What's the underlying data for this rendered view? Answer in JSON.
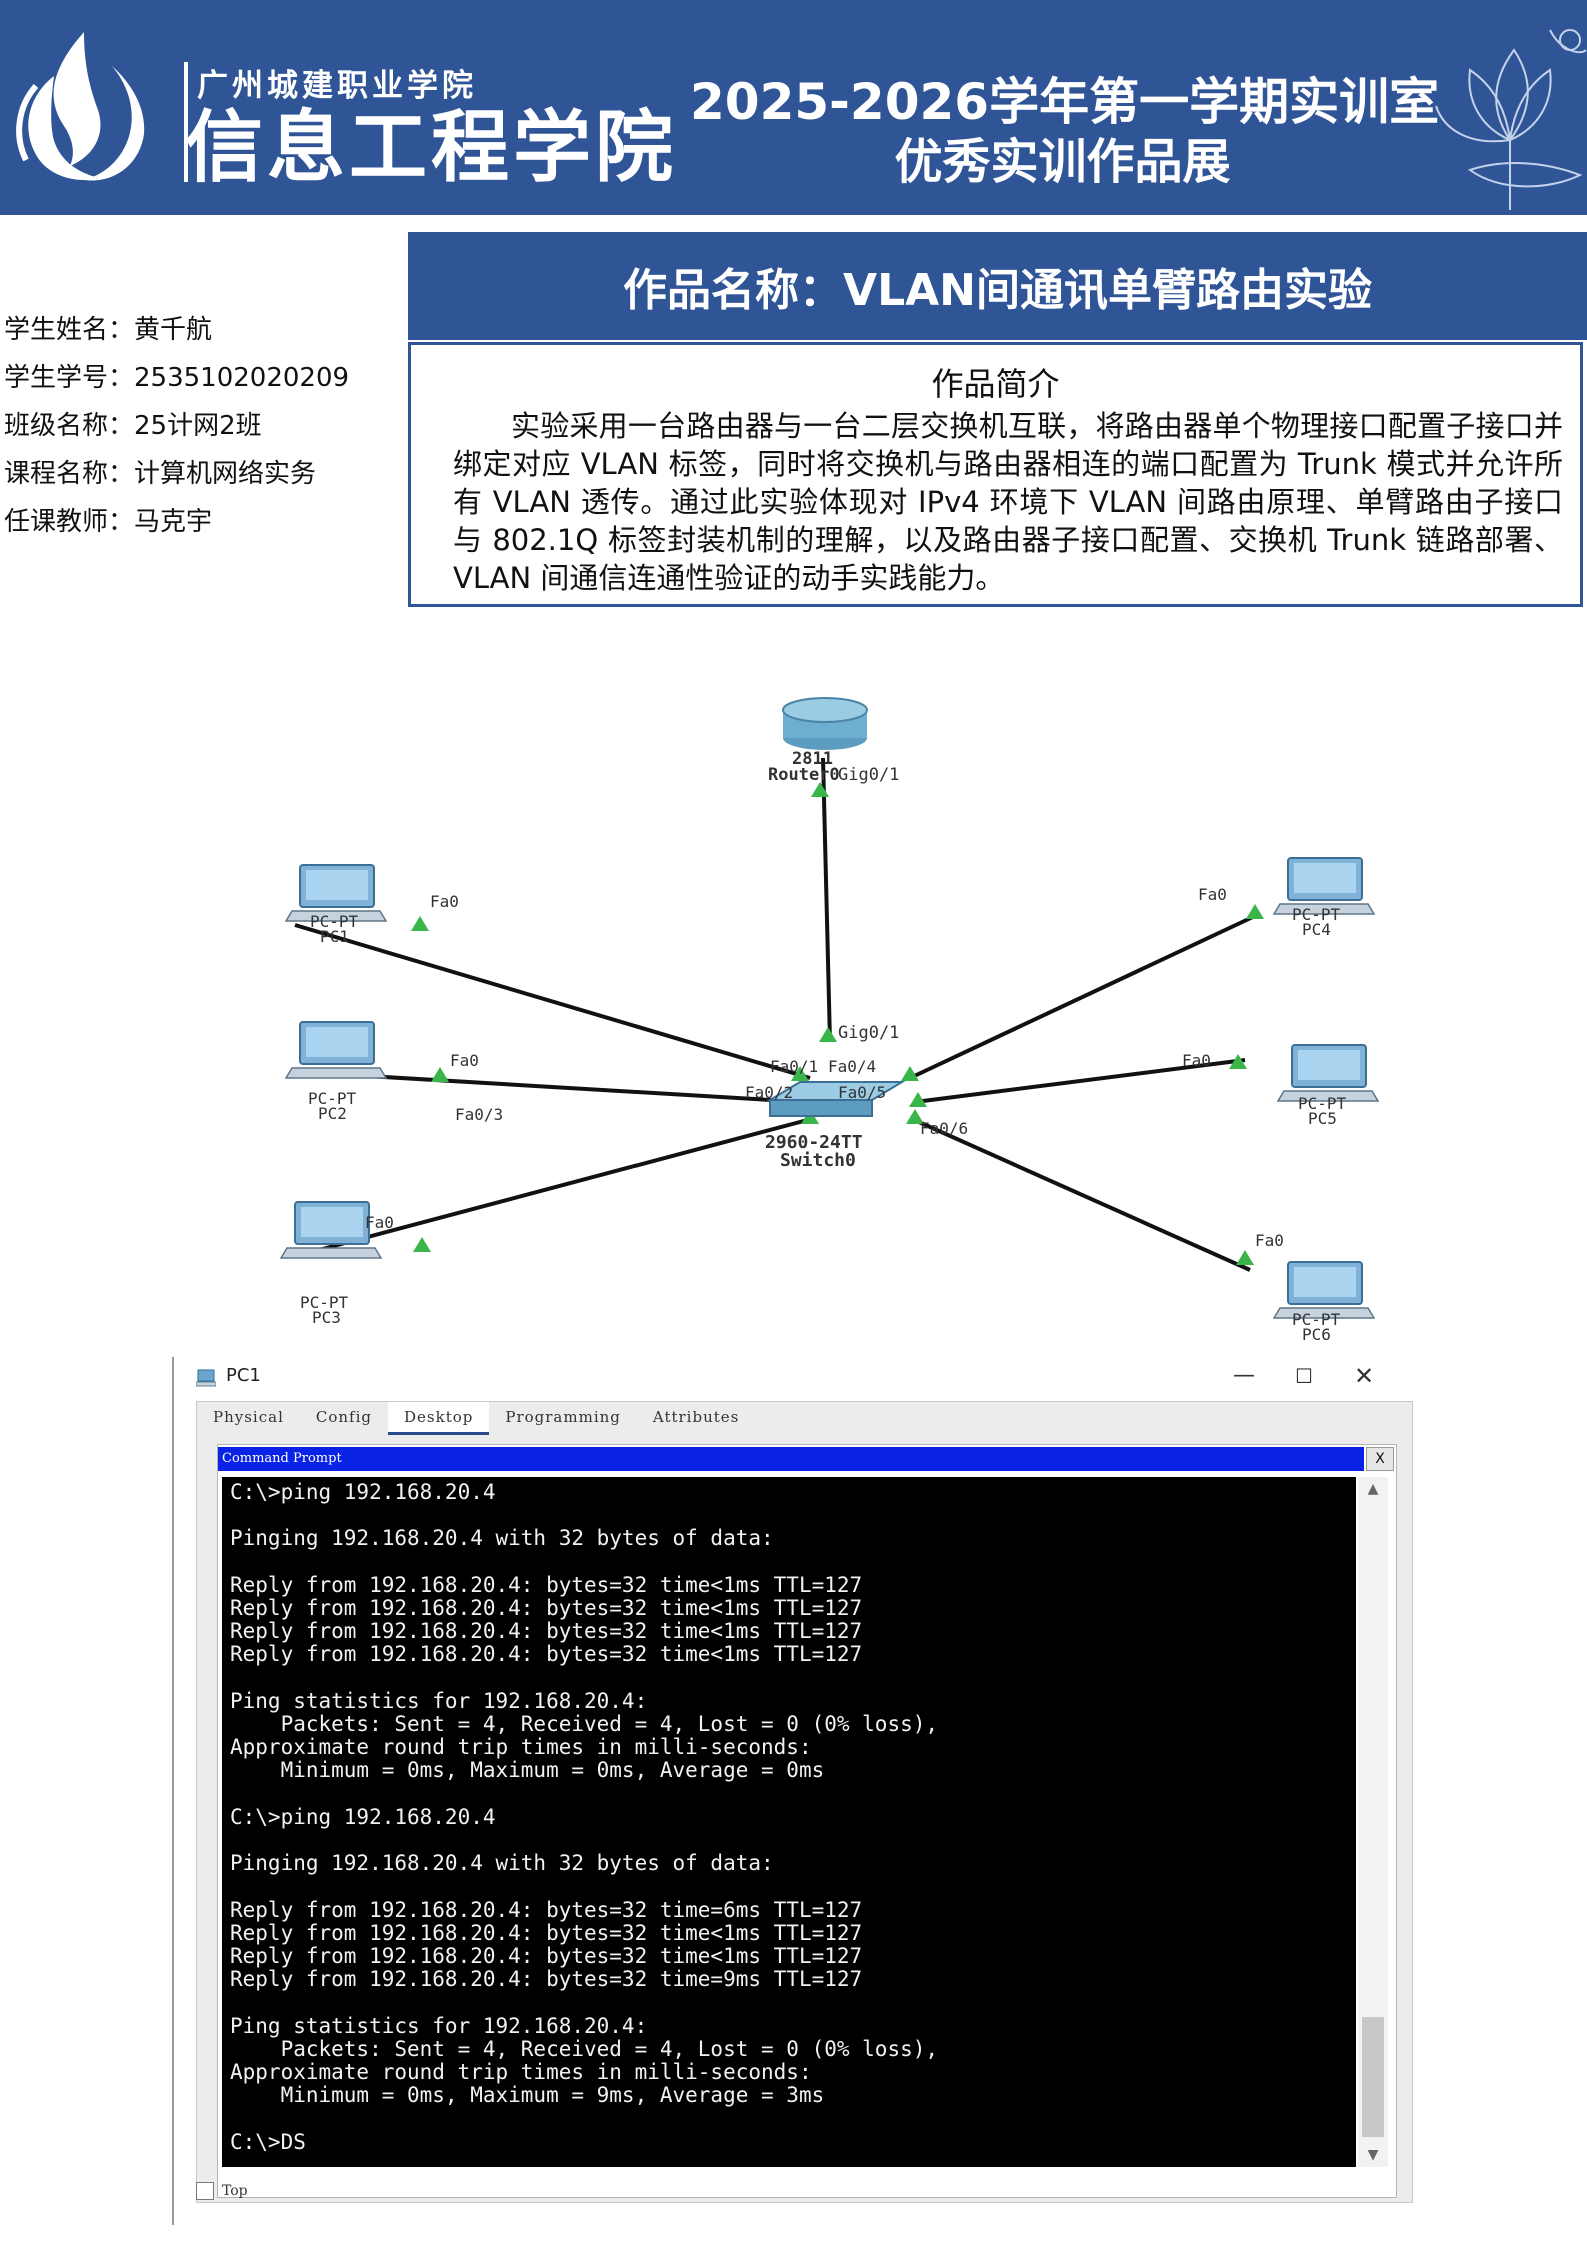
{
  "banner": {
    "school_name": "广州城建职业学院",
    "college_name": "信息工程学院",
    "title_line1": "2025-2026学年第一学期实训室",
    "title_line2": "优秀实训作品展",
    "bg_color": "#2f5597"
  },
  "work_title": "作品名称：VLAN间通讯单臂路由实验",
  "student": {
    "name_label": "学生姓名：",
    "name": "黄千航",
    "id_label": "学生学号：",
    "id": "2535102020209",
    "class_label": "班级名称：",
    "class": "25计网2班",
    "course_label": "课程名称：",
    "course": "计算机网络实务",
    "teacher_label": "任课教师：",
    "teacher": "马克宇"
  },
  "intro": {
    "heading": "作品简介",
    "text": "实验采用一台路由器与一台二层交换机互联，将路由器单个物理接口配置子接口并绑定对应 VLAN 标签，同时将交换机与路由器相连的端口配置为 Trunk 模式并允许所有 VLAN 透传。通过此实验体现对 IPv4 环境下 VLAN 间路由原理、单臂路由子接口与 802.1Q 标签封装机制的理解，以及路由器子接口配置、交换机 Trunk 链路部署、VLAN 间通信连通性验证的动手实践能力。"
  },
  "topology": {
    "router_label1": "2811",
    "router_label2": "Router0",
    "router_port": "Gig0/1",
    "switch_label1": "2960-24TT",
    "switch_label2": "Switch0",
    "switch_uplink_port": "Gig0/1",
    "pc_model": "PC-PT",
    "pc_port": "Fa0",
    "pcs": [
      {
        "name": "PC1",
        "switch_port": "Fa0/1"
      },
      {
        "name": "PC2",
        "switch_port": "Fa0/2"
      },
      {
        "name": "PC3",
        "switch_port": "Fa0/3"
      },
      {
        "name": "PC4",
        "switch_port": "Fa0/4"
      },
      {
        "name": "PC5",
        "switch_port": "Fa0/5"
      },
      {
        "name": "PC6",
        "switch_port": "Fa0/6"
      }
    ]
  },
  "window": {
    "title": "PC1",
    "minimize": "—",
    "maximize": "☐",
    "close": "✕",
    "tabs": [
      "Physical",
      "Config",
      "Desktop",
      "Programming",
      "Attributes"
    ],
    "active_tab": "Desktop",
    "cmd_title": "Command Prompt",
    "cmd_close": "X",
    "top_checkbox_label": "Top"
  },
  "console_lines": [
    "C:\\>ping 192.168.20.4",
    "",
    "Pinging 192.168.20.4 with 32 bytes of data:",
    "",
    "Reply from 192.168.20.4: bytes=32 time<1ms TTL=127",
    "Reply from 192.168.20.4: bytes=32 time<1ms TTL=127",
    "Reply from 192.168.20.4: bytes=32 time<1ms TTL=127",
    "Reply from 192.168.20.4: bytes=32 time<1ms TTL=127",
    "",
    "Ping statistics for 192.168.20.4:",
    "    Packets: Sent = 4, Received = 4, Lost = 0 (0% loss),",
    "Approximate round trip times in milli-seconds:",
    "    Minimum = 0ms, Maximum = 0ms, Average = 0ms",
    "",
    "C:\\>ping 192.168.20.4",
    "",
    "Pinging 192.168.20.4 with 32 bytes of data:",
    "",
    "Reply from 192.168.20.4: bytes=32 time=6ms TTL=127",
    "Reply from 192.168.20.4: bytes=32 time<1ms TTL=127",
    "Reply from 192.168.20.4: bytes=32 time<1ms TTL=127",
    "Reply from 192.168.20.4: bytes=32 time=9ms TTL=127",
    "",
    "Ping statistics for 192.168.20.4:",
    "    Packets: Sent = 4, Received = 4, Lost = 0 (0% loss),",
    "Approximate round trip times in milli-seconds:",
    "    Minimum = 0ms, Maximum = 9ms, Average = 3ms",
    "",
    "C:\\>DS"
  ]
}
